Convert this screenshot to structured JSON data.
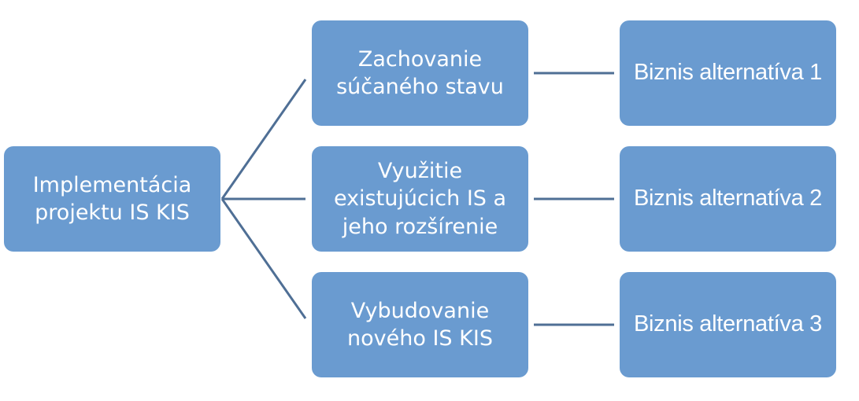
{
  "root": {
    "label": "Implementácia projektu IS KIS"
  },
  "options": [
    {
      "label": "Zachovanie súčaného stavu",
      "alternative": "Biznis alternatíva 1"
    },
    {
      "label": "Využitie existujúcich IS a jeho rozšírenie",
      "alternative": "Biznis alternatíva 2"
    },
    {
      "label": "Vybudovanie nového IS KIS",
      "alternative": "Biznis alternatíva 3"
    }
  ],
  "colors": {
    "node_fill": "#6a9bd0",
    "connector": "#4f6f95",
    "text": "#ffffff"
  }
}
